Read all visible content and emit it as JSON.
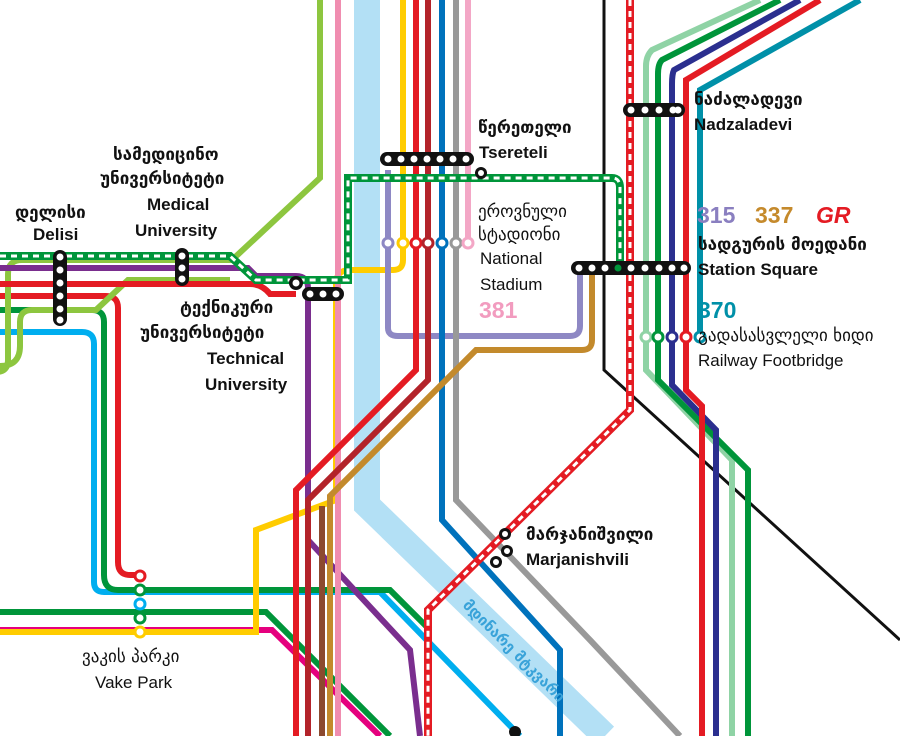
{
  "colors": {
    "river": "#b3e0f5",
    "red": "#e41b23",
    "darkred": "#b3232a",
    "brown": "#8c4a2f",
    "orange_brown": "#c38a2c",
    "yellow": "#ffcc00",
    "lime": "#8dc63f",
    "green": "#00953a",
    "purple": "#7a2e8e",
    "lavender": "#8e88c4",
    "pink": "#f08db0",
    "light_pink": "#f3a7c6",
    "magenta": "#e5007e",
    "blue": "#0072bc",
    "cyan": "#00aeef",
    "teal": "#0090a8",
    "navy": "#2b2f8f",
    "grey": "#999999",
    "mint": "#8fd3a5",
    "black": "#111111",
    "route_315": "#8a7fc0",
    "route_337": "#c58a2c",
    "route_370": "#0090a8",
    "route_381": "#f29cbf",
    "gr": "#e41b23"
  },
  "stations": {
    "delisi": {
      "ka": "დელისი",
      "en": "Delisi"
    },
    "medical_university": {
      "ka1": "სამედიცინო",
      "ka2": "უნივერსიტეტი",
      "en1": "Medical",
      "en2": "University"
    },
    "technical_university": {
      "ka1": "ტექნიკური",
      "ka2": "უნივერსიტეტი",
      "en1": "Technical",
      "en2": "University"
    },
    "tsereteli": {
      "ka": "წერეთელი",
      "en": "Tsereteli"
    },
    "national_stadium": {
      "ka1": "ეროვნული",
      "ka2": "სტადიონი",
      "en1": "National",
      "en2": "Stadium"
    },
    "nadzaladevi": {
      "ka": "ნაძალადევი",
      "en": "Nadzaladevi"
    },
    "station_square": {
      "ka": "სადგურის მოედანი",
      "en": "Station Square"
    },
    "railway_footbridge": {
      "ka": "გადასასვლელი ხიდი",
      "en": "Railway Footbridge"
    },
    "marjanishvili": {
      "ka": "მარჯანიშვილი",
      "en": "Marjanishvili"
    },
    "vake_park": {
      "ka": "ვაკის პარკი",
      "en": "Vake Park"
    }
  },
  "routes": {
    "r315": "315",
    "r337": "337",
    "gr": "GR",
    "r370": "370",
    "r381": "381"
  },
  "river": {
    "label": "მდინარე მტკვარი"
  }
}
